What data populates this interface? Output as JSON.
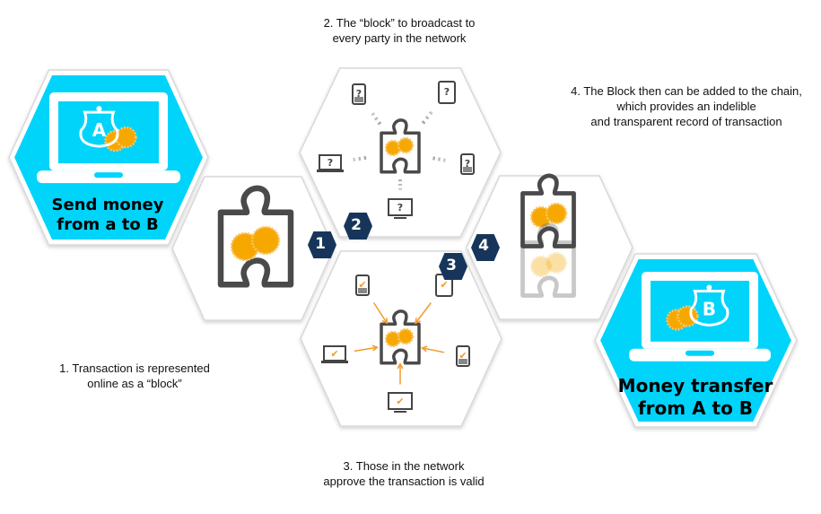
{
  "colors": {
    "cyan": "#00d4fb",
    "navy": "#17355a",
    "coin": "#f6a800",
    "puzzle": "#4a4a4a",
    "arrow": "#f39a2c"
  },
  "sender": {
    "label_line1": "Send money",
    "label_line2": "from a to B",
    "wallet_letter": "A",
    "icon": "laptop-wallet-icon"
  },
  "receiver": {
    "label_line1": "Money transfer",
    "label_line2": "from A to B",
    "wallet_letter": "B",
    "icon": "laptop-wallet-icon"
  },
  "steps": [
    {
      "number": "1",
      "lines": [
        "1. Transaction is represented",
        "online as a “block”"
      ],
      "icon": "puzzle-coins-icon"
    },
    {
      "number": "2",
      "lines": [
        "2. The “block” to broadcast to",
        "every party in the network"
      ],
      "icon": "broadcast-network-icon",
      "device_mark": "?"
    },
    {
      "number": "3",
      "lines": [
        "3. Those in the network",
        "approve the transaction is valid"
      ],
      "icon": "approval-network-icon",
      "device_mark": "✔"
    },
    {
      "number": "4",
      "lines": [
        "4. The Block then can be added to the chain,",
        "which provides an indelible",
        "and transparent record of transaction"
      ],
      "icon": "chained-puzzle-icon"
    }
  ]
}
